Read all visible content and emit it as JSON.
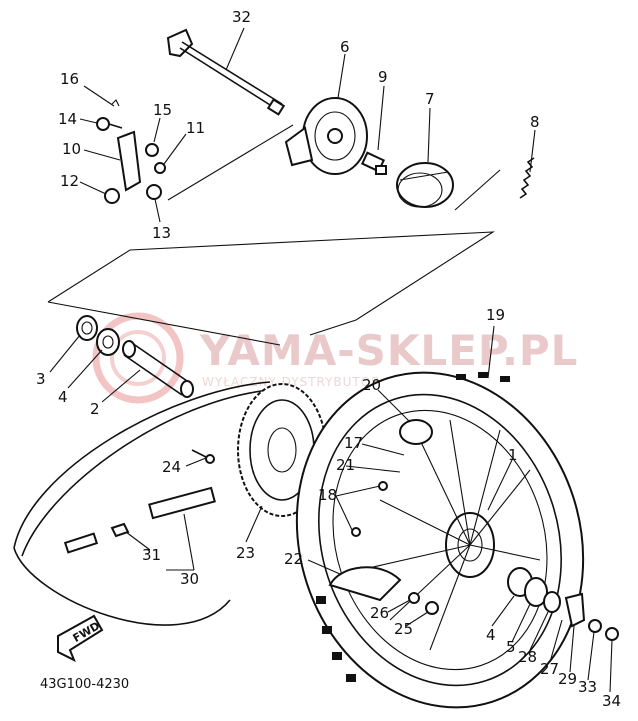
{
  "diagram": {
    "watermark": {
      "text": "YAMA-SKLEP.PL",
      "subtext": "WYŁĄCZNY DYSTRYBUTOR YAMAHA"
    },
    "footer_code": "43G100-4230",
    "direction_label": "FWD",
    "callouts": [
      {
        "id": "c32",
        "label": "32"
      },
      {
        "id": "c6",
        "label": "6"
      },
      {
        "id": "c9",
        "label": "9"
      },
      {
        "id": "c7",
        "label": "7"
      },
      {
        "id": "c8",
        "label": "8"
      },
      {
        "id": "c16",
        "label": "16"
      },
      {
        "id": "c14",
        "label": "14"
      },
      {
        "id": "c15",
        "label": "15"
      },
      {
        "id": "c11",
        "label": "11"
      },
      {
        "id": "c10",
        "label": "10"
      },
      {
        "id": "c12",
        "label": "12"
      },
      {
        "id": "c13",
        "label": "13"
      },
      {
        "id": "c3",
        "label": "3"
      },
      {
        "id": "c4a",
        "label": "4"
      },
      {
        "id": "c2",
        "label": "2"
      },
      {
        "id": "c19",
        "label": "19"
      },
      {
        "id": "c20",
        "label": "20"
      },
      {
        "id": "c17",
        "label": "17"
      },
      {
        "id": "c21",
        "label": "21"
      },
      {
        "id": "c1",
        "label": "1"
      },
      {
        "id": "c18",
        "label": "18"
      },
      {
        "id": "c24",
        "label": "24"
      },
      {
        "id": "c23",
        "label": "23"
      },
      {
        "id": "c22",
        "label": "22"
      },
      {
        "id": "c31",
        "label": "31"
      },
      {
        "id": "c30",
        "label": "30"
      },
      {
        "id": "c26",
        "label": "26"
      },
      {
        "id": "c25",
        "label": "25"
      },
      {
        "id": "c4b",
        "label": "4"
      },
      {
        "id": "c5",
        "label": "5"
      },
      {
        "id": "c28",
        "label": "28"
      },
      {
        "id": "c27",
        "label": "27"
      },
      {
        "id": "c29",
        "label": "29"
      },
      {
        "id": "c33",
        "label": "33"
      },
      {
        "id": "c34",
        "label": "34"
      }
    ]
  }
}
